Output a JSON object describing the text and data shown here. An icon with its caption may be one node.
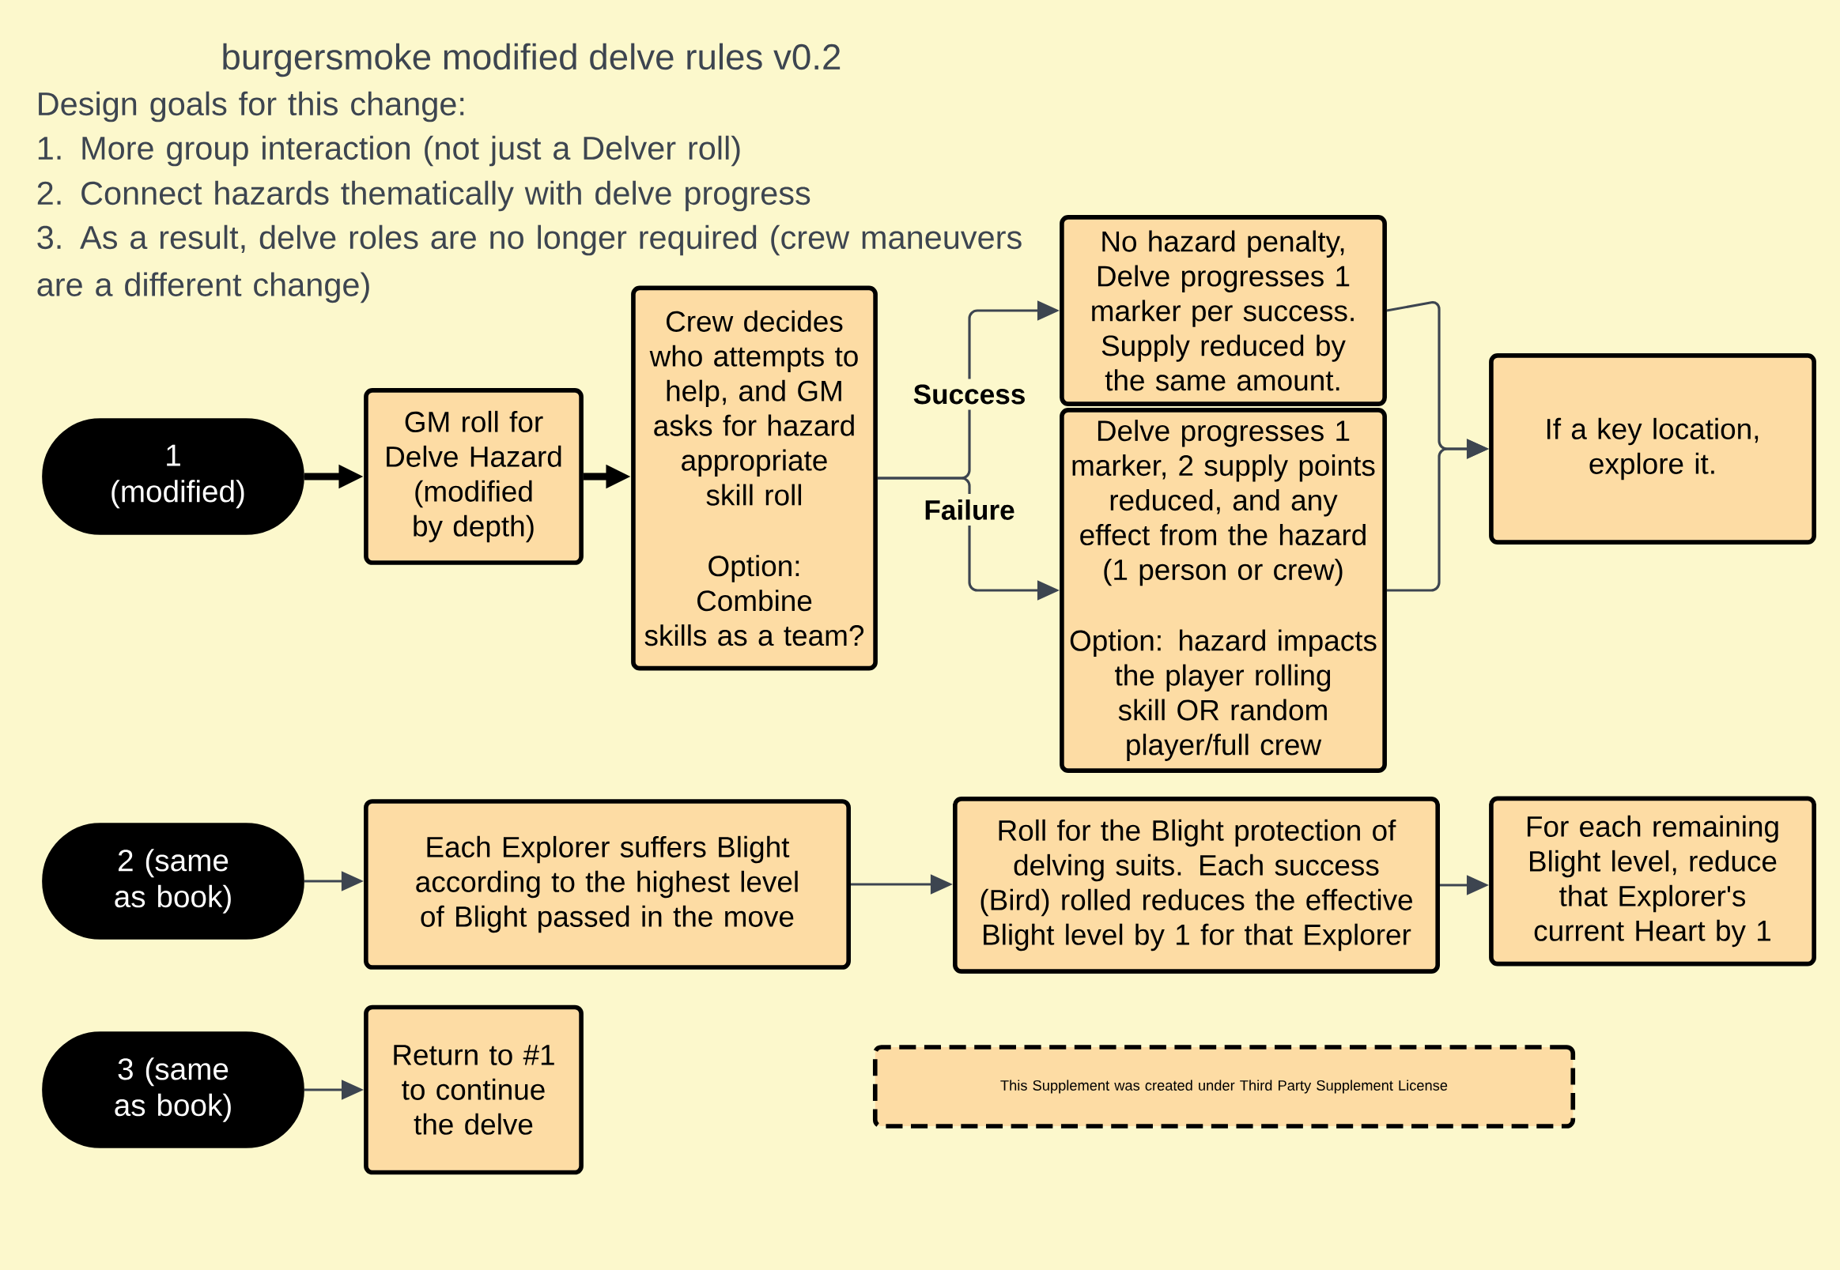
{
  "diagram": {
    "title": "burgersmoke modified delve rules v0.2",
    "nodes": [
      {
        "text": [
          "1 (modified)"
        ]
      },
      {
        "text": [
          "GM roll for Delve Hazard (modified by depth)"
        ]
      },
      {
        "text": [
          "Crew decides who attempts to help, and GM asks for hazard appropriate skill roll",
          "Option: Combine skills as a team?"
        ]
      },
      {
        "text": [
          "No hazard penalty, Delve progresses 1 marker per success. Supply reduced by the same amount."
        ]
      },
      {
        "text": [
          "Delve progresses 1 marker, 2 supply points reduced, and any effect from the hazard (1 person or crew)",
          "Option: hazard impacts the player rolling skill OR random player/full crew"
        ]
      },
      {
        "text": [
          "If a key location, explore it."
        ]
      },
      {
        "text": [
          "2 (same as book)"
        ]
      },
      {
        "text": [
          "Each Explorer suffers Blight according to the highest level of Blight passed in the move"
        ]
      },
      {
        "text": [
          "Roll for the Blight protection of delving suits.  Each success (Bird) rolled reduces the effective Blight level by 1 for that Explorer"
        ]
      },
      {
        "text": [
          "For each remaining Blight level, reduce that Explorer's current Heart by 1"
        ]
      },
      {
        "text": [
          "3 (same as book)"
        ]
      },
      {
        "text": [
          "Return to #1 to continue the delve"
        ]
      },
      {
        "text": [
          "This Supplement was created under Third Party Supplement License"
        ]
      }
    ],
    "edges": [
      {
        "from": 0,
        "to": 1,
        "arrow": "to",
        "style": "thick",
        "color": "#000000"
      },
      {
        "from": 1,
        "to": 2,
        "arrow": "to",
        "style": "thick",
        "color": "#000000"
      },
      {
        "from": 2,
        "to": 3,
        "arrow": "to",
        "label": "Success"
      },
      {
        "from": 2,
        "to": 4,
        "arrow": "to",
        "label": "Failure"
      },
      {
        "from": 3,
        "to": 5,
        "arrow": "to"
      },
      {
        "from": 4,
        "to": 5,
        "arrow": "to"
      },
      {
        "from": 6,
        "to": 7,
        "arrow": "to"
      },
      {
        "from": 7,
        "to": 8,
        "arrow": "to"
      },
      {
        "from": 8,
        "to": 9,
        "arrow": "to"
      },
      {
        "from": 10,
        "to": 11,
        "arrow": "to"
      }
    ],
    "labels": [
      "Design goals for this change:",
      "1. More group interaction (not just a Delver roll)",
      "2. Connect hazards thematically with delve progress",
      "3. As a result, delve roles are no longer required (crew maneuvers are a different change)"
    ]
  }
}
